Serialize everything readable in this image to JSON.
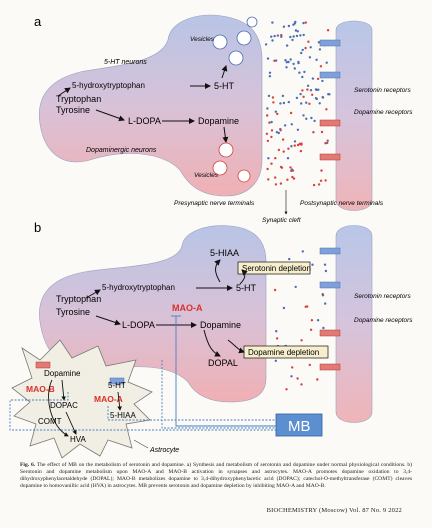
{
  "panel_a": {
    "label": "a",
    "left_group_label": "5-HT neurons",
    "left_group_label2": "Dopaminergic neurons",
    "vesicles_top": "Vesicles",
    "vesicles_bottom": "Vesicles",
    "tryptophan": "Tryptophan",
    "tyrosine": "Tyrosine",
    "hydroxytryptophan": "5-hydroxytryptophan",
    "ht": "5-HT",
    "ldopa": "L-DOPA",
    "dopamine": "Dopamine",
    "serotonin_receptors": "Serotonin receptors",
    "dopamine_receptors": "Dopamine receptors",
    "presynaptic": "Presynaptic nerve terminals",
    "postsynaptic": "Postsynaptic nerve terminals",
    "synaptic_cleft": "Synaptic cleft"
  },
  "panel_b": {
    "label": "b",
    "hiaa": "5-HIAA",
    "serotonin_depletion": "Serotonin depletion",
    "hydroxytryptophan": "5-hydroxytryptophan",
    "ht": "5-HT",
    "tryptophan": "Tryptophan",
    "tyrosine": "Tyrosine",
    "maoa": "MAO-A",
    "ldopa": "L-DOPA",
    "dopamine": "Dopamine",
    "dopal": "DOPAL",
    "dopamine_depletion": "Dopamine depletion",
    "serotonin_receptors": "Serotonin receptors",
    "dopamine_receptors": "Dopamine receptors",
    "astro_dopamine": "Dopamine",
    "maob": "MAO-B",
    "dopac": "DOPAC",
    "comt": "COMT",
    "hva": "HVA",
    "astro_ht": "5-HT",
    "astro_maoa": "MAO-A",
    "astro_hiaa": "5-HIAA",
    "mb": "MB",
    "astrocyte": "Astrocyte"
  },
  "caption": {
    "fig_label": "Fig. 6.",
    "text": " The effect of MB on the metabolism of serotonin and dopamine. a) Synthesis and metabolism of serotonin and dopamine under normal physiological conditions. b) Serotonin and dopamine metabolism upon MAO-A and MAO-B activation in synapses and astrocytes. MAO-A promotes dopamine oxidation to 3,4-dihydroxyphenylacetaldehyde (DOPAL); MAO-B metabolizes dopamine to 3,4-dihydroxyphenylacetic acid (DOPAC); catechol-O-methyltransferase (COMT) cleaves dopamine to homovanillic acid (HVA) in astrocytes. MB prevents serotonin and dopamine depletion by inhibiting MAO-A and MAO-B."
  },
  "footer": "BIOCHEMISTRY (Moscow)   Vol. 87   No. 9   2022",
  "colors": {
    "serotonin_blue": "#4a6fb5",
    "dopamine_red": "#d9403a",
    "maoa_red": "#d9302a",
    "mb_blue": "#4a7fc0"
  }
}
